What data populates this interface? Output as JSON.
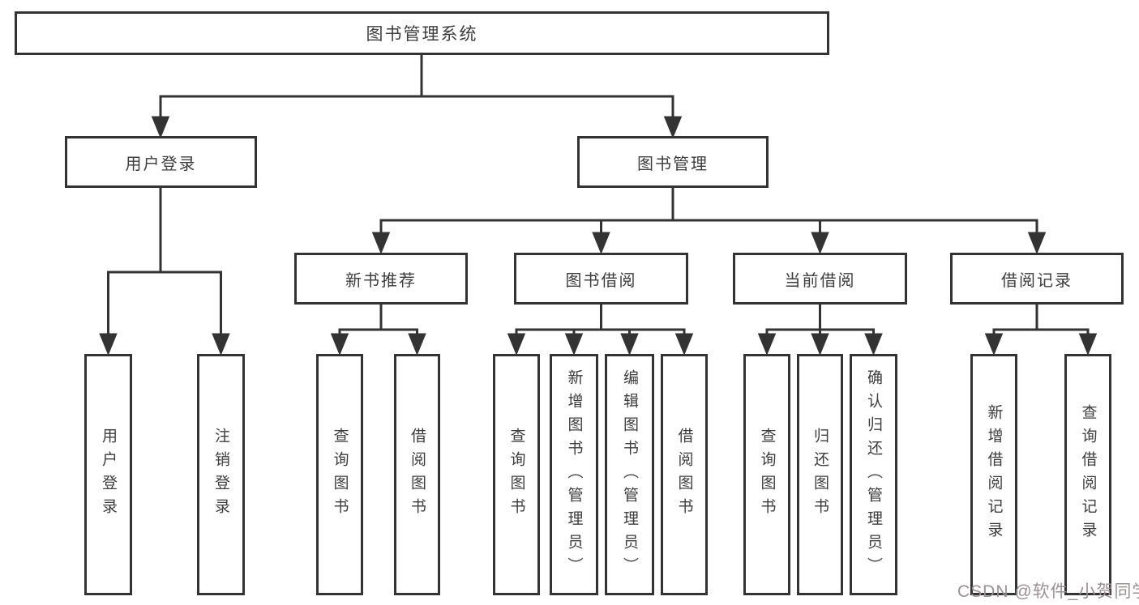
{
  "tree": {
    "root": {
      "label": "图书管理系统",
      "children": [
        {
          "label": "用户登录",
          "children": [
            {
              "label": "用户登录"
            },
            {
              "label": "注销登录"
            }
          ]
        },
        {
          "label": "图书管理",
          "children": [
            {
              "label": "新书推荐",
              "children": [
                {
                  "label": "查询图书"
                },
                {
                  "label": "借阅图书"
                }
              ]
            },
            {
              "label": "图书借阅",
              "children": [
                {
                  "label": "查询图书"
                },
                {
                  "label": "新增图书（管理员）"
                },
                {
                  "label": "编辑图书（管理员）"
                },
                {
                  "label": "借阅图书"
                }
              ]
            },
            {
              "label": "当前借阅",
              "children": [
                {
                  "label": "查询图书"
                },
                {
                  "label": "归还图书"
                },
                {
                  "label": "确认归还（管理员）"
                }
              ]
            },
            {
              "label": "借阅记录",
              "children": [
                {
                  "label": "新增借阅记录"
                },
                {
                  "label": "查询借阅记录"
                }
              ]
            }
          ]
        }
      ]
    }
  },
  "watermark": "CSDN @软件_小贺同学",
  "colors": {
    "line": "#333333",
    "text": "#3d3d3d",
    "watermark": "#9a9193",
    "background": "#ffffff"
  }
}
